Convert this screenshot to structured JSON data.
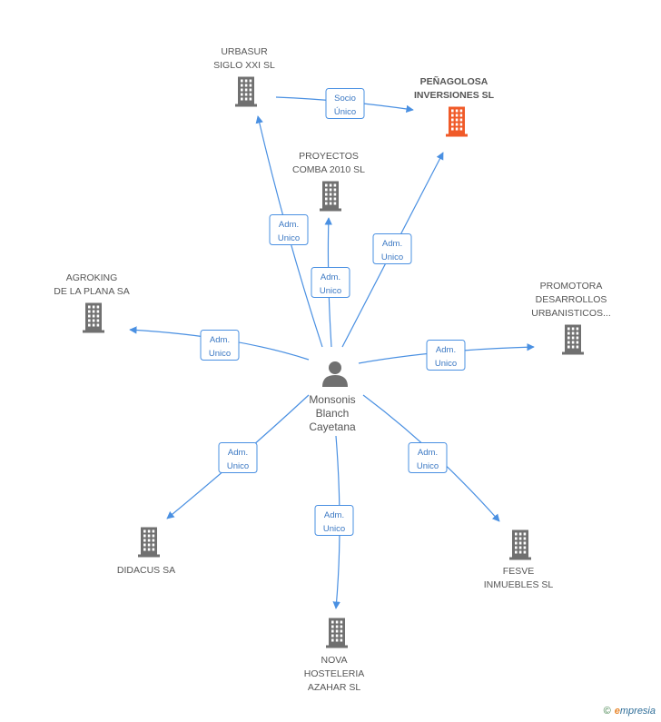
{
  "colors": {
    "edge": "#4a90e2",
    "building": "#707070",
    "building_primary": "#f05a28",
    "person": "#707070"
  },
  "person": {
    "lines": [
      "Monsonis",
      "Blanch",
      "Cayetana"
    ],
    "icon": "person-icon"
  },
  "companies": [
    {
      "id": "urbasur",
      "lines": [
        "URBASUR",
        "SIGLO XXI SL"
      ],
      "primary": false,
      "icon": "building-icon"
    },
    {
      "id": "penagolosa",
      "lines": [
        "PEÑAGOLOSA",
        "INVERSIONES SL"
      ],
      "primary": true,
      "icon": "building-icon"
    },
    {
      "id": "proyectos",
      "lines": [
        "PROYECTOS",
        "COMBA 2010 SL"
      ],
      "primary": false,
      "icon": "building-icon"
    },
    {
      "id": "agroking",
      "lines": [
        "AGROKING",
        "DE LA PLANA SA"
      ],
      "primary": false,
      "icon": "building-icon"
    },
    {
      "id": "promotora",
      "lines": [
        "PROMOTORA",
        "DESARROLLOS",
        "URBANISTICOS..."
      ],
      "primary": false,
      "icon": "building-icon"
    },
    {
      "id": "didacus",
      "lines": [
        "DIDACUS SA"
      ],
      "primary": false,
      "icon": "building-icon"
    },
    {
      "id": "fesve",
      "lines": [
        "FESVE",
        "INMUEBLES SL"
      ],
      "primary": false,
      "icon": "building-icon"
    },
    {
      "id": "nova",
      "lines": [
        "NOVA",
        "HOSTELERIA",
        "AZAHAR SL"
      ],
      "primary": false,
      "icon": "building-icon"
    }
  ],
  "edges": [
    {
      "from": "person",
      "to": "urbasur",
      "label": [
        "Adm.",
        "Unico"
      ]
    },
    {
      "from": "person",
      "to": "proyectos",
      "label": [
        "Adm.",
        "Unico"
      ]
    },
    {
      "from": "person",
      "to": "penagolosa",
      "label": [
        "Adm.",
        "Unico"
      ]
    },
    {
      "from": "person",
      "to": "agroking",
      "label": [
        "Adm.",
        "Unico"
      ]
    },
    {
      "from": "person",
      "to": "promotora",
      "label": [
        "Adm.",
        "Unico"
      ]
    },
    {
      "from": "person",
      "to": "didacus",
      "label": [
        "Adm.",
        "Unico"
      ]
    },
    {
      "from": "person",
      "to": "nova",
      "label": [
        "Adm.",
        "Unico"
      ]
    },
    {
      "from": "person",
      "to": "fesve",
      "label": [
        "Adm.",
        "Unico"
      ]
    },
    {
      "from": "urbasur",
      "to": "penagolosa",
      "label": [
        "Socio",
        "Único"
      ]
    }
  ],
  "footer": {
    "copyright": "©",
    "brand_initial": "e",
    "brand_rest": "mpresia"
  }
}
